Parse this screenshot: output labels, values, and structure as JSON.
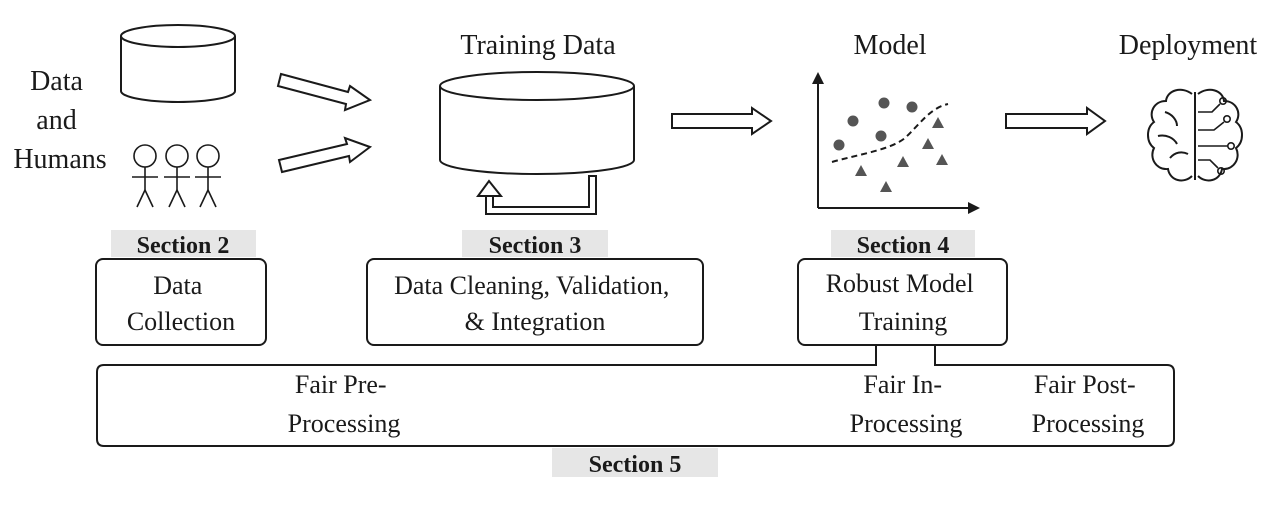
{
  "stages": {
    "data_humans": [
      "Data",
      "and",
      "Humans"
    ],
    "training_data": "Training Data",
    "model": "Model",
    "deployment": "Deployment"
  },
  "sections": {
    "s2": {
      "tag": "Section 2",
      "box": [
        "Data",
        "Collection"
      ]
    },
    "s3": {
      "tag": "Section 3",
      "box": [
        "Data Cleaning, Validation,",
        "& Integration"
      ]
    },
    "s4": {
      "tag": "Section 4",
      "box": [
        "Robust Model",
        "Training"
      ]
    },
    "s5": {
      "tag": "Section 5",
      "pre": [
        "Fair Pre-",
        "Processing"
      ],
      "in": [
        "Fair In-",
        "Processing"
      ],
      "post": [
        "Fair Post-",
        "Processing"
      ]
    }
  },
  "icons": {
    "database": "database-icon",
    "people": "people-icon",
    "scatter": "scatter-plot-icon",
    "brain": "brain-circuit-icon",
    "arrow": "block-arrow-icon",
    "loop": "feedback-loop-icon"
  }
}
